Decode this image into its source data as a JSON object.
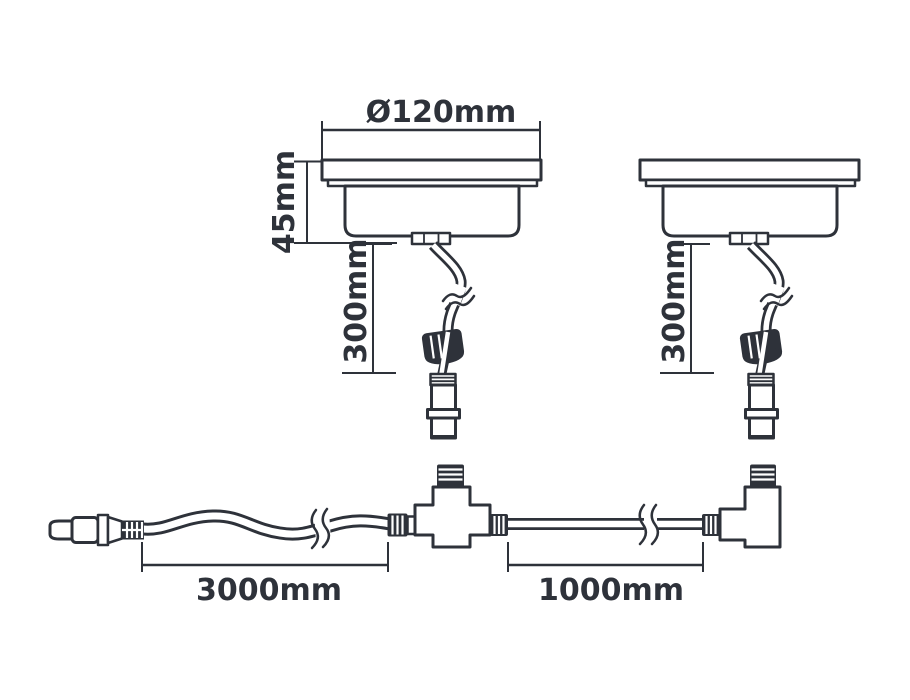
{
  "drawing": {
    "title": "recessed-light-dimension-drawing",
    "labels": {
      "diameter": "Ø120mm",
      "fixture_height": "45mm",
      "fixture_cable_left": "300mm",
      "fixture_cable_right": "300mm",
      "main_cable": "3000mm",
      "extension_cable": "1000mm"
    },
    "colors": {
      "line": "#2e323a",
      "background": "#ffffff"
    }
  }
}
